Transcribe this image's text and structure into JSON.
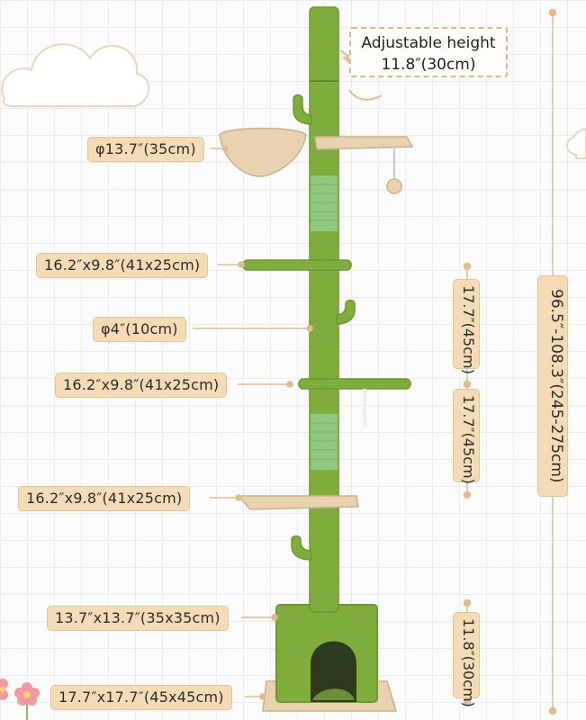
{
  "adjustable": {
    "title": "Adjustable height",
    "value": "11.8″(30cm)"
  },
  "labels": {
    "hammock": "φ13.7″(35cm)",
    "platform_top": "16.2″x9.8″(41x25cm)",
    "post_diameter": "φ4″(10cm)",
    "platform_mid": "16.2″x9.8″(41x25cm)",
    "platform_low": "16.2″x9.8″(41x25cm)",
    "condo": "13.7″x13.7″(35x35cm)",
    "base": "17.7″x17.7″(45x45cm)"
  },
  "heights": {
    "gap_upper": "17.7″(45cm)",
    "gap_lower": "17.7″(45cm)",
    "condo_height": "11.8″(30cm)",
    "total": "96.5″-108.3″(245-275cm)"
  },
  "colors": {
    "post_green": "#7fae3c",
    "dark_green": "#6a9a2e",
    "sisal_green": "#8ec97e",
    "beige": "#e8d2b0",
    "label_bg": "#f5dcb6",
    "line": "#e0bd8e"
  }
}
